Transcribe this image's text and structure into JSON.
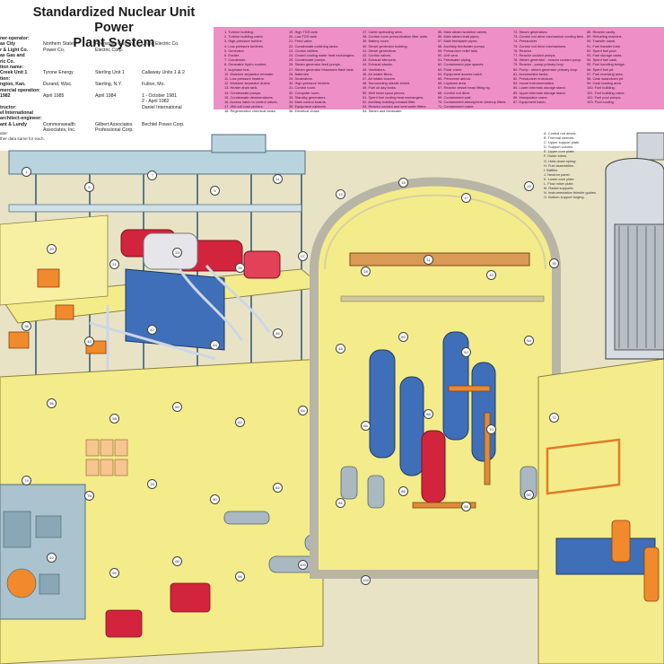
{
  "header": {
    "title_line1": "Standardized Nuclear Unit Power",
    "title_line2": "Plant System"
  },
  "info_table": {
    "rows": [
      {
        "label": "ner-operator:",
        "c1": "",
        "c2": "",
        "c3": ""
      },
      {
        "label": "as City",
        "c1": "Northern States",
        "c2": "Rochester Gas and",
        "c3": "Union Electric Co."
      },
      {
        "label": "r & Light Co.",
        "c1": "Power Co.",
        "c2": "Electric Corp.",
        "c3": ""
      },
      {
        "label": "as Gas and",
        "c1": "",
        "c2": "",
        "c3": ""
      },
      {
        "label": "ric Co.",
        "c1": "",
        "c2": "",
        "c3": ""
      },
      {
        "label": "tion name:",
        "c1": "",
        "c2": "",
        "c3": ""
      },
      {
        "label": "Creek Unit 1",
        "c1": "Tyrone Energy",
        "c2": "Sterling Unit 1",
        "c3": "Callaway Units 1 & 2"
      },
      {
        "label": "tion:",
        "c1": "",
        "c2": "",
        "c3": ""
      },
      {
        "label": "ngton, Kan.",
        "c1": "Durand, Wisc.",
        "c2": "Sterling, N.Y.",
        "c3": "Fulton, Mo."
      },
      {
        "label": "mercial operation:",
        "c1": "",
        "c2": "",
        "c3": ""
      },
      {
        "label": "1982",
        "c1": "April 1985",
        "c2": "April 1984",
        "c3": "1 - October 1981"
      },
      {
        "label": "",
        "c1": "",
        "c2": "",
        "c3": "2 - April 1982"
      },
      {
        "label": "tructor:",
        "c1": "",
        "c2": "",
        "c3": "Daniel International"
      },
      {
        "label": "el International",
        "c1": "",
        "c2": "",
        "c3": ""
      },
      {
        "label": "architect-engineer:",
        "c1": "",
        "c2": "",
        "c3": ""
      },
      {
        "label": "ant & Lundy",
        "c1": "Commonwealth",
        "c2": "Gilbert Associates",
        "c3": "Bechtel Power Corp."
      },
      {
        "label": "",
        "c1": "Associates, Inc.",
        "c2": "Professional Corp.",
        "c3": ""
      }
    ],
    "note_line1": "ater:",
    "note_line2": "ther data same for each."
  },
  "legend": {
    "col1": [
      "1. Turbine building.",
      "2. Turbine building crane.",
      "3. High-pressure turbine.",
      "4. Low-pressure turbines.",
      "5. Generator.",
      "6. Exciter.",
      "7. Condenser.",
      "8. Generator hydro coolers.",
      "9. Isophase bus.",
      "10. Moisture separator reheater.",
      "11. Low-pressure heaters.",
      "12. Moisture separator drains.",
      "13. Heater drain tank.",
      "14. Condensate pumps.",
      "15. Condensate demineralizers.",
      "16. Access hatch to control valves.",
      "17. 480-volt load centers.",
      "18. Regeneration chemical tanks."
    ],
    "col2": [
      "19. High TDS tank.",
      "20. Low TDS tank.",
      "21. Feed valve.",
      "22. Condensate polishing tanks.",
      "23. Control chillers.",
      "24. Closed cooling water heat exchangers.",
      "25. Condensate pumps.",
      "26. Steam generator feed pumps.",
      "27. Steam generator blowdown flash tank.",
      "28. Batteries.",
      "29. Deaerators.",
      "30. High-pressure heaters.",
      "31. Control room.",
      "32. Computer room.",
      "33. Standby generators.",
      "34. Main control boards.",
      "35. Equipment cabinets.",
      "36. Electrical chase."
    ],
    "col3": [
      "37. Cable spreading area.",
      "38. Control room pressurization filter units.",
      "39. Battery room.",
      "40. Diesel generator building.",
      "41. Diesel generators.",
      "42. Control valves.",
      "43. Exhaust silencers.",
      "44. Exhaust stacks.",
      "45. Ventilators.",
      "46. Air intake filters.",
      "47. Air intake louvers.",
      "48. Surrounding missile shield.",
      "49. Fuel oil day tanks.",
      "50. Well head spool pieces.",
      "51. Spent fuel cooling heat exchangers.",
      "52. Auxiliary building exhaust filter.",
      "53. Reactor coolant and seal water filters.",
      "54. Steam and feedwater."
    ],
    "col4": [
      "55. Main steam isolation valves.",
      "56. Main steam lead pipes.",
      "57. Main feedwater pipes.",
      "58. Auxiliary feedwater pumps.",
      "59. Pressurizer relief tank.",
      "60. Unit vent.",
      "61. Feedwater piping.",
      "62. Containment pipe spaces.",
      "63. Polar crane.",
      "64. Equipment access hatch.",
      "65. Personnel airlock.",
      "66. Laydown area.",
      "67. Reactor vessel head lifting rig.",
      "68. Control rod drive.",
      "69. Containment wall.",
      "70. Containment atmosphere cleanup filters.",
      "71. Containment crane."
    ],
    "col5": [
      "72. Steam generators.",
      "73. Control rod drive mechanism cooling fans.",
      "74. Pressurizer.",
      "75. Control rod drive mechanisms.",
      "76. Reactor.",
      "77. Reactor coolant pumps.",
      "78. Steam generator - reactor coolant pump.",
      "79. Reactor - pump primary loop.",
      "80. Pump - steam generator primary loop.",
      "81. Accumulator tanks.",
      "82. Pressurizer enclosure.",
      "83. Incore instrumentation.",
      "84. Lower internals storage stand.",
      "85. Upper internals storage stand.",
      "86. Manipulator crane.",
      "87. Equipment hatch."
    ],
    "col6": [
      "88. Reactor cavity.",
      "89. Refueling machine.",
      "90. Transfer canal.",
      "91. Fuel transfer tube.",
      "92. Spent fuel pool.",
      "93. Fuel storage racks.",
      "94. Spent fuel cask.",
      "95. Fuel handling bridge.",
      "96. Spent fuel pit.",
      "97. Fuel receiving area.",
      "98. Cask washdown pit.",
      "99. Cask loading area.",
      "100. Fuel building.",
      "101. Fuel building crane.",
      "102. Fuel pool pumps.",
      "103. Pool cooling."
    ]
  },
  "side_legend": [
    "A. Control rod drives.",
    "B. Thermal sleeves.",
    "C. Upper support plate.",
    "D. Support column.",
    "E. Upper core plate.",
    "F. Guide tubes.",
    "G. Hold-down spring.",
    "H. Fuel assemblies.",
    "I. Baffles.",
    "J. Neutron panel.",
    "K. Lower core plate.",
    "L. Flow mixer plate.",
    "M. Radial supports.",
    "N. Instrumentation thimble guides.",
    "O. Bottom support forging."
  ],
  "callouts": [
    "1",
    "5",
    "7",
    "9",
    "11",
    "13",
    "15",
    "17",
    "19",
    "20",
    "21",
    "23",
    "25",
    "27",
    "28",
    "31",
    "33",
    "35",
    "38",
    "40",
    "42",
    "44",
    "46",
    "48",
    "50",
    "52",
    "54",
    "56",
    "58",
    "60",
    "62",
    "64",
    "66",
    "68",
    "70",
    "72",
    "74",
    "76",
    "78",
    "80",
    "82",
    "84",
    "86",
    "88",
    "90",
    "92",
    "94",
    "96",
    "98",
    "100",
    "102"
  ],
  "colors": {
    "pink_band": "#ee8fc7",
    "walls": "#f5ef9a",
    "structure": "#a9c9d8",
    "equipment_blue": "#3f6fb8",
    "equipment_red": "#d0233a",
    "equipment_orange": "#f08a2c"
  }
}
